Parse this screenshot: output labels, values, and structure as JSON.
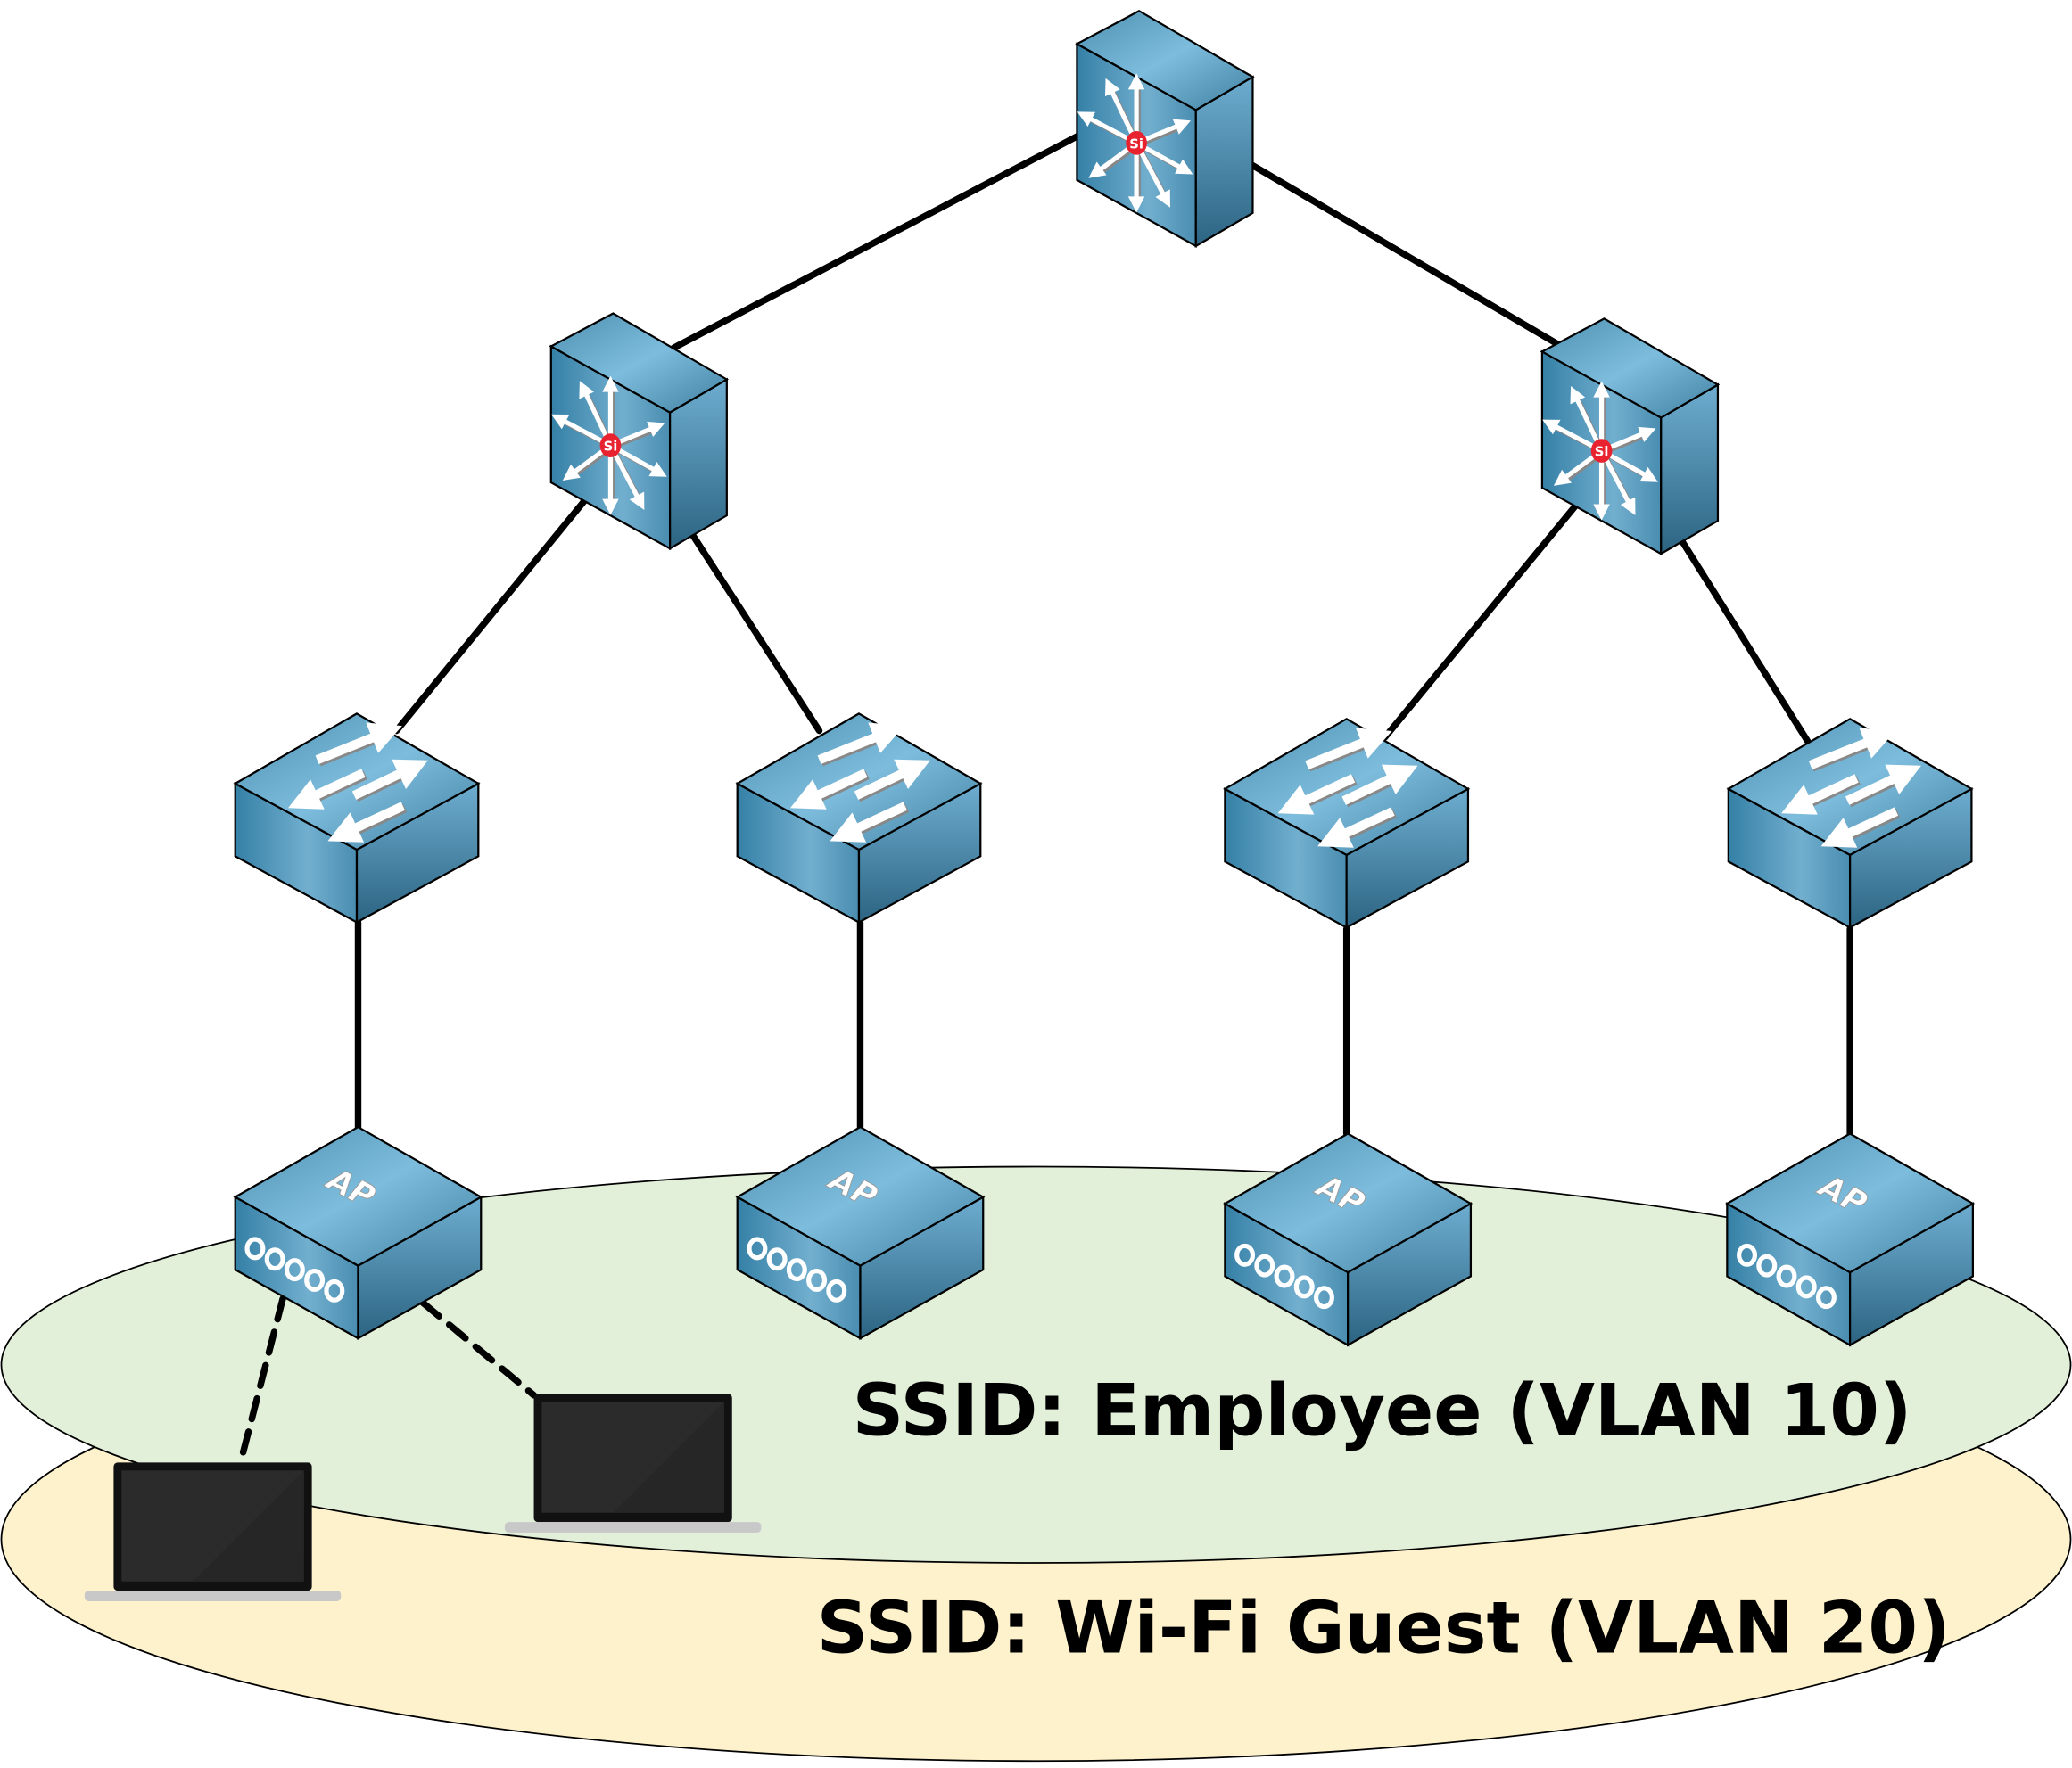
{
  "zones": [
    {
      "label": "SSID: Employee (VLAN 10)",
      "color": "#e2efd9"
    },
    {
      "label": "SSID: Wi-Fi Guest (VLAN 20)",
      "color": "#fdf2cc"
    }
  ],
  "devices": {
    "core": {
      "badge": "Si"
    },
    "distribution": [
      {
        "badge": "Si"
      },
      {
        "badge": "Si"
      }
    ],
    "access_switches": 4,
    "access_points": [
      {
        "label": "AP"
      },
      {
        "label": "AP"
      },
      {
        "label": "AP"
      },
      {
        "label": "AP"
      }
    ],
    "laptops": 2
  },
  "colors": {
    "device": "#3f87a8",
    "device_light": "#7dbcdc",
    "device_dark": "#2c6482",
    "link": "#000000",
    "badge": "#e8232f"
  }
}
